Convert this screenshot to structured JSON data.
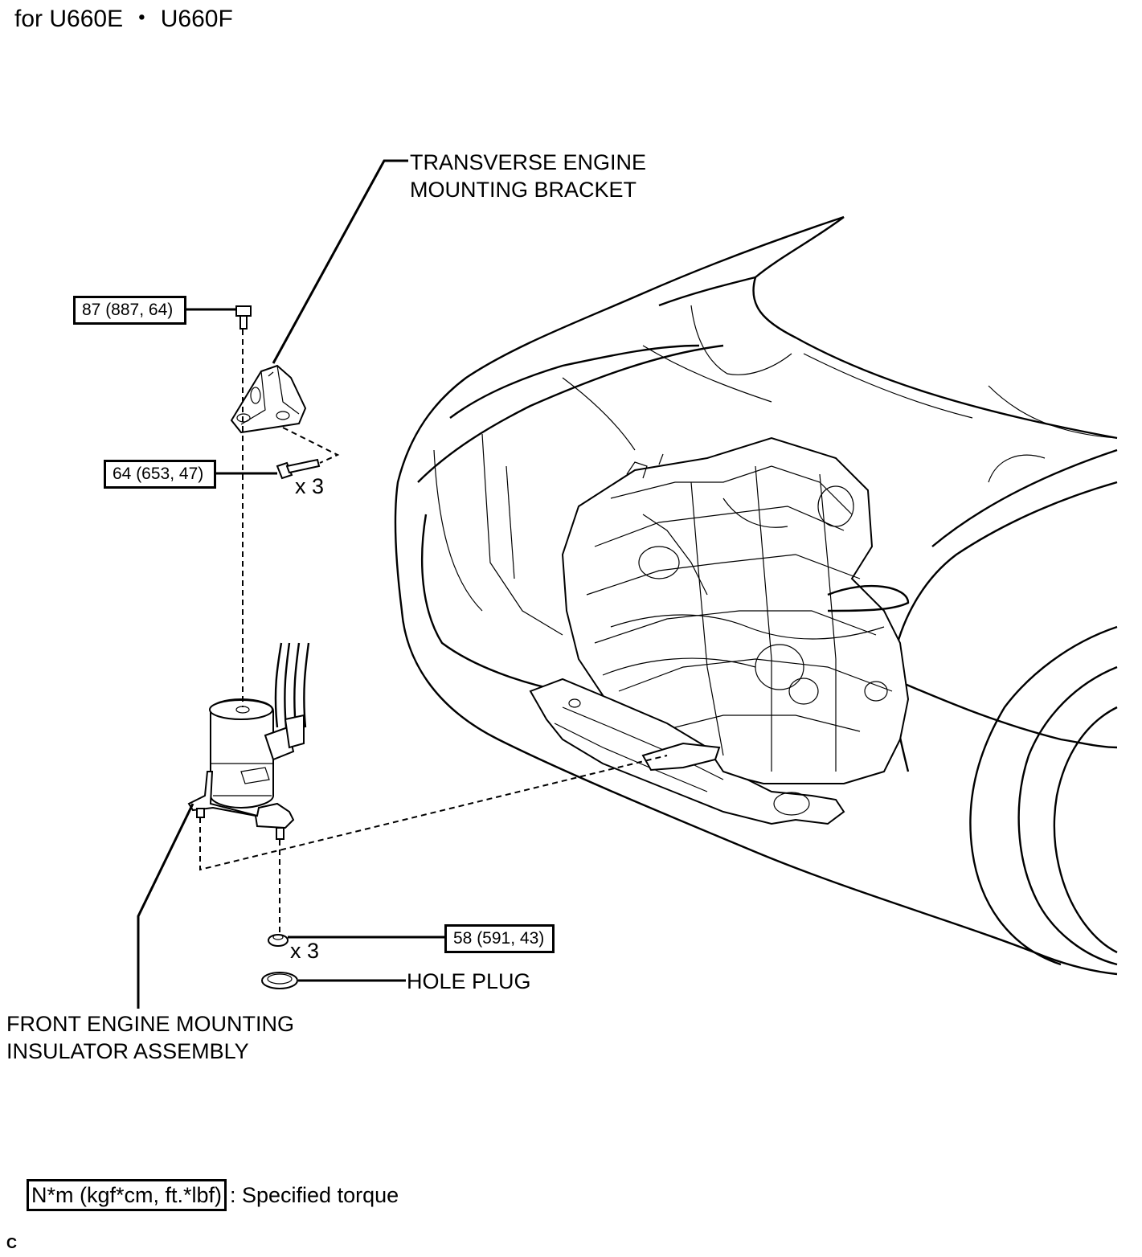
{
  "header": {
    "title": "for U660E ・ U660F"
  },
  "labels": {
    "bracket_line1": "TRANSVERSE ENGINE",
    "bracket_line2": "MOUNTING BRACKET",
    "insulator_line1": "FRONT ENGINE MOUNTING",
    "insulator_line2": "INSULATOR ASSEMBLY",
    "hole_plug": "HOLE PLUG"
  },
  "torque_specs": {
    "bracket_top_bolt": "87 (887, 64)",
    "bracket_side_bolts": "64 (653, 47)",
    "insulator_nuts": "58 (591, 43)"
  },
  "quantities": {
    "side_bolts": "x 3",
    "nuts": "x 3"
  },
  "legend": {
    "key": "N*m (kgf*cm, ft.*lbf)",
    "desc": ": Specified torque"
  },
  "figure_code": "C"
}
